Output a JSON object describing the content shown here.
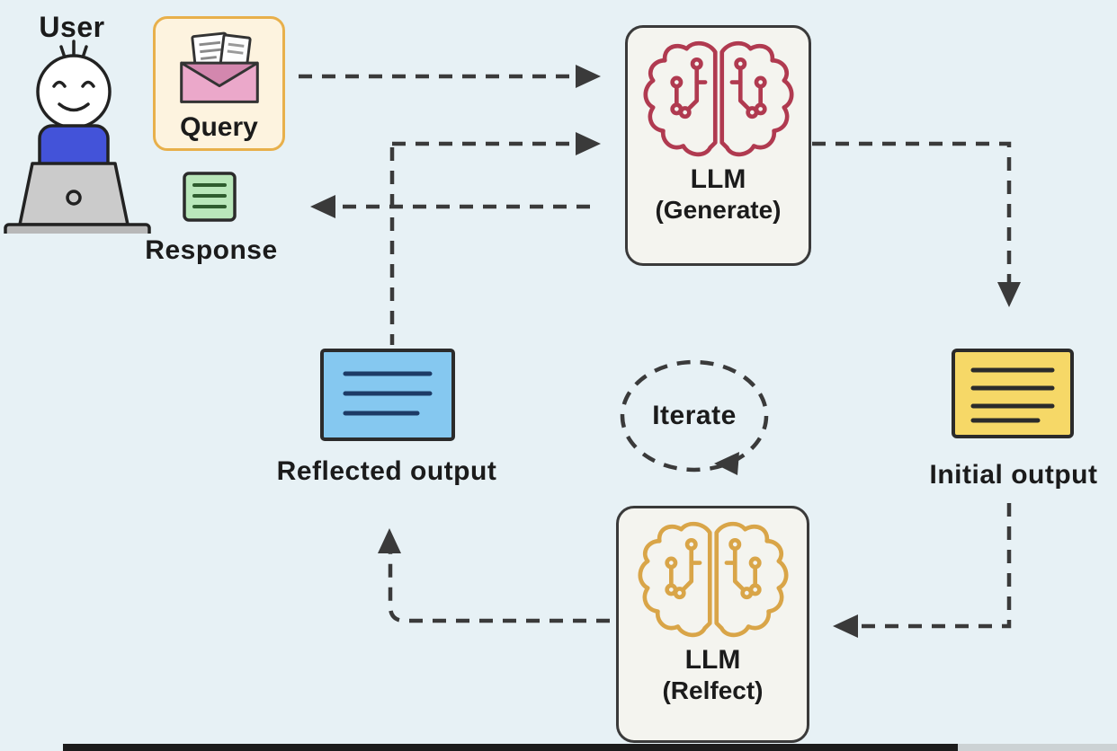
{
  "diagram": {
    "nodes": {
      "user": {
        "label": "User",
        "icon": "person-laptop-icon"
      },
      "query": {
        "label": "Query",
        "icon": "envelope-mail-icon"
      },
      "response": {
        "label": "Response",
        "icon": "document-icon"
      },
      "llm_generate": {
        "label": "LLM",
        "sublabel": "(Generate)",
        "icon": "brain-circuit-icon"
      },
      "initial_output": {
        "label": "Initial output",
        "icon": "document-icon"
      },
      "iterate": {
        "label": "Iterate",
        "icon": "dashed-cycle-icon"
      },
      "llm_reflect": {
        "label": "LLM",
        "sublabel": "(Relfect)",
        "icon": "brain-circuit-icon"
      },
      "reflected_output": {
        "label": "Reflected output",
        "icon": "document-icon"
      }
    },
    "colors": {
      "background": "#e7f1f5",
      "arrow": "#3a3a3a",
      "query_border": "#e8b04b",
      "query_fill": "#fdf3df",
      "envelope_pink": "#eba8ca",
      "response_green": "#b9e7ba",
      "generate_brain_red": "#b03a50",
      "reflect_brain_orange": "#d9a548",
      "initial_yellow": "#f6d867",
      "reflected_blue": "#85c8f0",
      "llm_box_fill": "#f4f4ef",
      "llm_box_border": "#3a3a3a",
      "user_shirt_blue": "#4353d9"
    }
  }
}
